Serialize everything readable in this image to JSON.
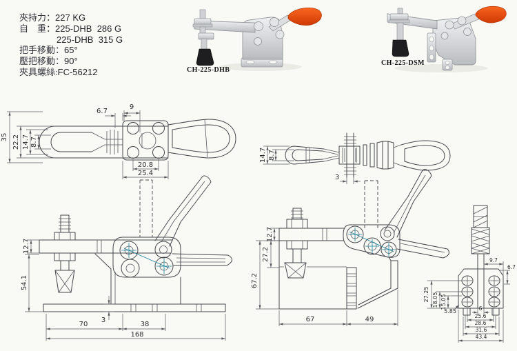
{
  "specs": {
    "line1_label": "夾持力：",
    "line1_value": "227 KG",
    "line2_label": "自　重：",
    "line2_value": "225-DHB  286 G",
    "line3_value": "225-DHB  315 G",
    "line4_label": "把手移動：",
    "line4_value": "65°",
    "line5_label": "壓把移動：",
    "line5_value": "90°",
    "line6_label": "夾具螺絲:",
    "line6_value": "FC-56212"
  },
  "products": {
    "left_model": "CH-225-DHB",
    "right_model": "CH-225-DSM"
  },
  "drawings": {
    "dhb_top": {
      "d35": "35",
      "d22_2": "22.2",
      "d14_7": "14.7",
      "d8_7": "8.7",
      "d6_7": "6.7",
      "d9": "9",
      "d20_8": "20.8",
      "d25_4": "25.4"
    },
    "dsm_top": {
      "d14_7": "14.7",
      "d8_7": "8.7",
      "d3": "3"
    },
    "dhb_front": {
      "d12_7": "12.7",
      "d54_1": "54.1",
      "d3": "3",
      "d70": "70",
      "d38": "38",
      "d168": "168"
    },
    "dsm_front": {
      "d12_7": "12.7",
      "d27_2": "27.2",
      "d67_2": "67.2",
      "d67": "67",
      "d49": "49"
    },
    "dsm_side": {
      "d9_7": "9.7",
      "d6_7": "6.7",
      "d27_25": "27.25",
      "d18_05": "18.05",
      "d15_05": "15.05",
      "d5_85": "5.85",
      "d6": "6",
      "d25_6": "25.6",
      "d28_6": "28.6",
      "d31_6": "31.6",
      "d43_4": "43.4"
    }
  },
  "colors": {
    "page_bg": "#f9f9f6",
    "line": "#45464b",
    "centerline_teal": "#1b7f96",
    "handle_red": "#e8430b",
    "metal_gray": "#d6d8da",
    "rubber_black": "#1e1e20"
  }
}
